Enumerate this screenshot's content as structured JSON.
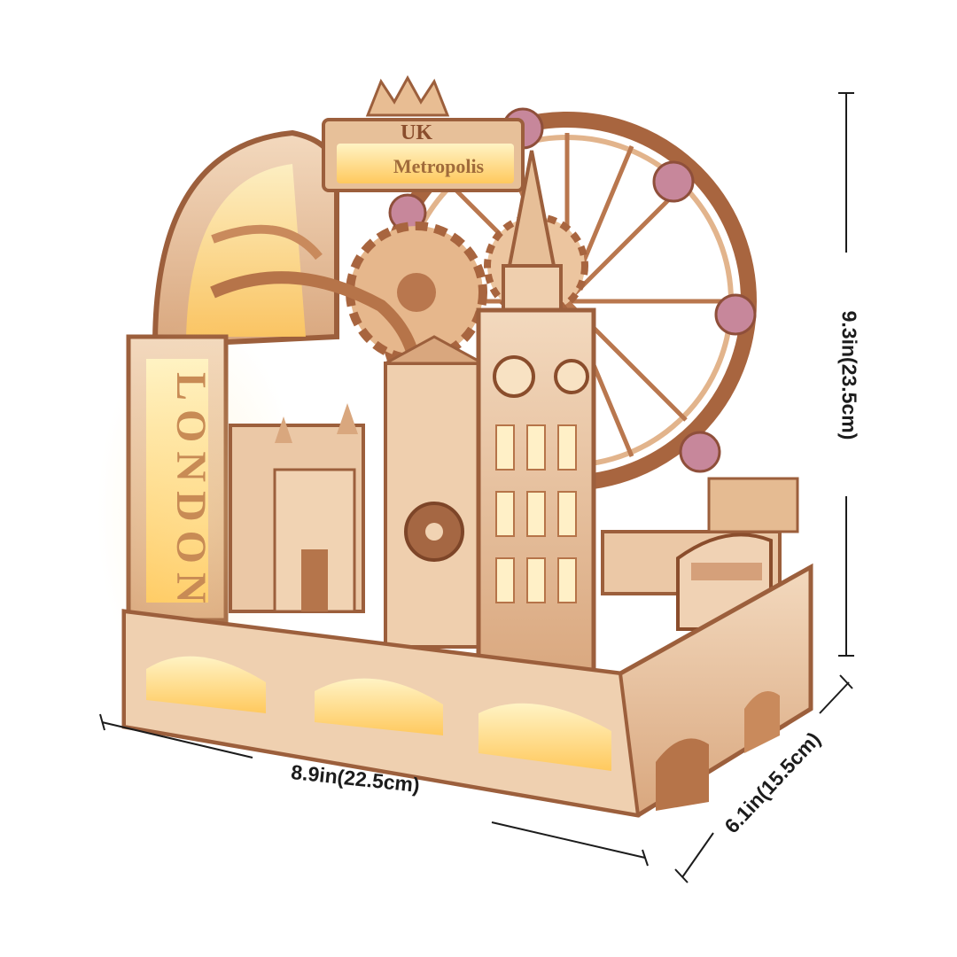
{
  "product": {
    "sign_top": "UK",
    "sign_sub": "Metropolis",
    "tower_sign": "LONDON"
  },
  "dimensions": {
    "width": "8.9in(22.5cm)",
    "height": "9.3in(23.5cm)",
    "depth": "6.1in(15.5cm)"
  },
  "colors": {
    "background": "#ffffff",
    "wood_light": "#f0d2b4",
    "wood_mid": "#d9a77e",
    "wood_dark": "#9c5f3c",
    "glow": "#ffdf8a",
    "dimension_line": "#1c1c1c"
  }
}
